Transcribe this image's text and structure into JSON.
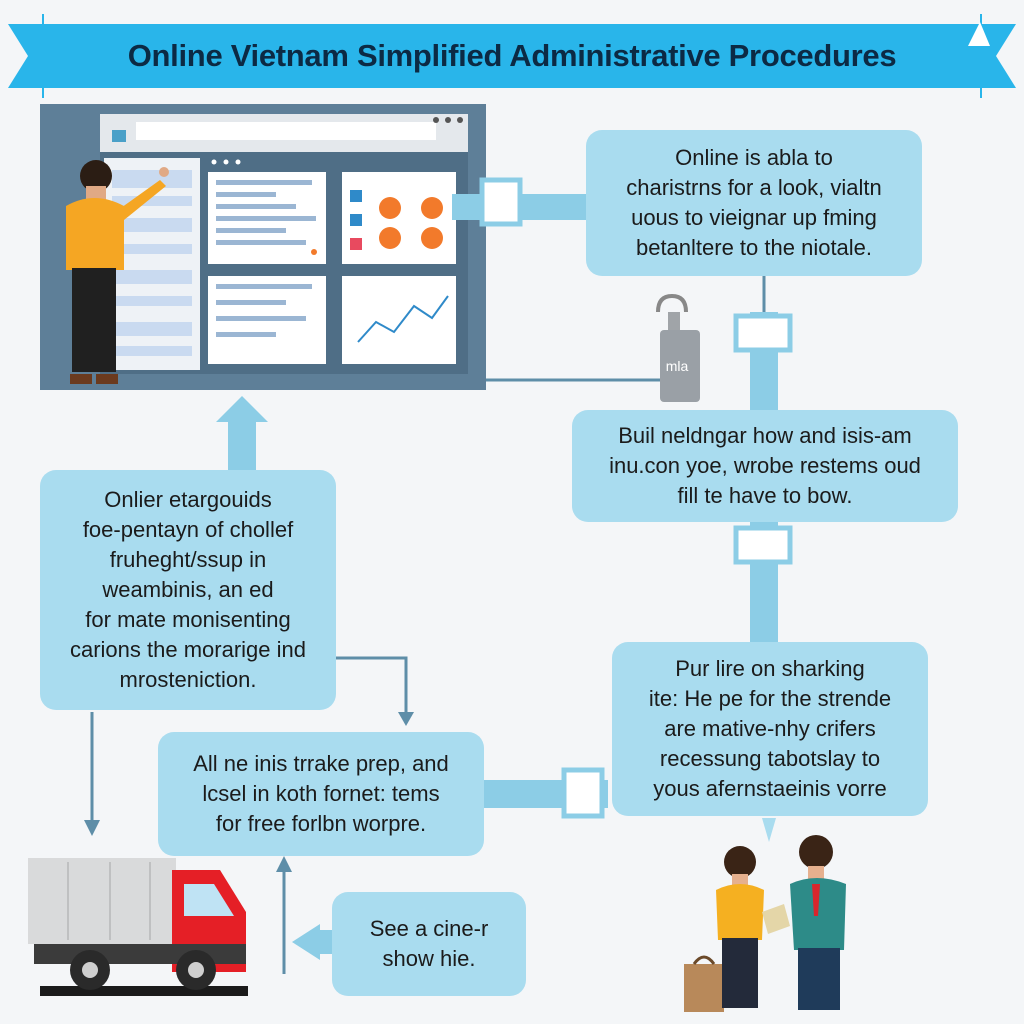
{
  "header": {
    "title": "Online Vietnam Simplified Administrative Procedures"
  },
  "boxes": {
    "top_right": {
      "lines": [
        "Online is abla to",
        "charistrns for a look, vialtn",
        "uous to vieignar up fming",
        "betanltere to the niotale."
      ]
    },
    "middle_right": {
      "lines": [
        "Buil neldngar how and isis-am",
        "inu.con yoe, wrobe restems oud",
        "fill te have to bow."
      ]
    },
    "left": {
      "lines": [
        "Onlier etargouids",
        "foe-pentayn of chollef",
        "fruheght/ssup in",
        "weambinis, an ed",
        "for mate monisenting",
        "carions the morarige ind",
        "mrostenictiоn."
      ]
    },
    "lower_right": {
      "lines": [
        "Pur lire on sharking",
        "ite: He pe for the strende",
        "are mative-nhy crifers",
        "recessung tabotslay to",
        "yous afernstaeinis vorre"
      ]
    },
    "center_bottom": {
      "lines": [
        "All ne inis trrake prep, and",
        "lcsel in koth fornet: tems",
        "for free forlbn worpre."
      ]
    },
    "bottom_small": {
      "lines": [
        "See a cine-r",
        "show hie."
      ]
    }
  },
  "device_tag": "mla",
  "colors": {
    "banner": "#29b5ea",
    "box": "#a9dcef",
    "connector": "#8ccde6",
    "arrow": "#5e8ea8",
    "title_text": "#0c2a44",
    "truck_cab": "#e51f26",
    "orange": "#f27a2b"
  }
}
